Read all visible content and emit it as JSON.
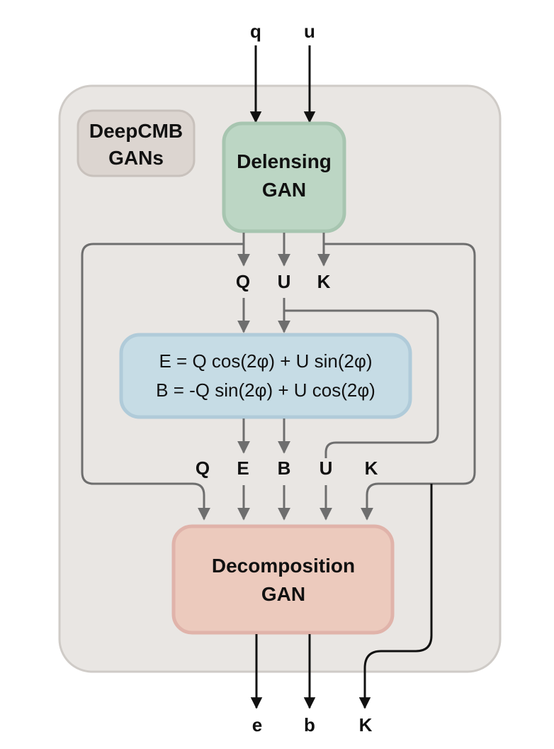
{
  "container": {
    "title_line1": "DeepCMB",
    "title_line2": "GANs"
  },
  "delensing": {
    "line1": "Delensing",
    "line2": "GAN"
  },
  "decomposition": {
    "line1": "Decomposition",
    "line2": "GAN"
  },
  "equation": {
    "line1": "E = Q cos(2φ) + U sin(2φ)",
    "line2": "B = -Q sin(2φ) + U cos(2φ)"
  },
  "inputs": {
    "q": "q",
    "u": "u"
  },
  "delensing_outputs": {
    "Q": "Q",
    "U": "U",
    "K": "K"
  },
  "decomposition_inputs": {
    "Q": "Q",
    "E": "E",
    "B": "B",
    "U": "U",
    "K": "K"
  },
  "outputs": {
    "e": "e",
    "b": "b",
    "K": "K"
  },
  "colors": {
    "container_fill": "#e9e6e3",
    "container_stroke": "#cfcbc7",
    "title_fill": "#dcd5d0",
    "delensing_fill": "#bcd6c4",
    "delensing_stroke": "#a7c5b0",
    "equation_fill": "#c6dce5",
    "equation_stroke": "#b0cbd9",
    "decomposition_fill": "#eccabd",
    "decomposition_stroke": "#e0b3aa",
    "inner_arrow": "#6e6e6e",
    "outer_arrow": "#111111"
  }
}
